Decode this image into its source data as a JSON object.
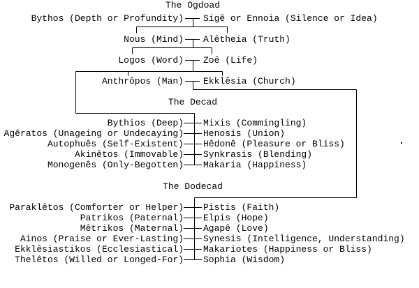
{
  "colors": {
    "background": "#ffffff",
    "text": "#000000",
    "lines": "#000000"
  },
  "diagram": {
    "sections": [
      {
        "title": "The Ogdoad",
        "couples": [
          {
            "left": "Bythos (Depth or Profundity)",
            "right": "Sigê or Ennoia (Silence or Idea)"
          },
          {
            "left": "Nous (Mind)",
            "right": "Alêtheia (Truth)"
          },
          {
            "left": "Logos (Word)",
            "right": "Zoê (Life)"
          },
          {
            "left": "Anthrôpos (Man)",
            "right": "Ekklêsia (Church)"
          }
        ]
      },
      {
        "title": "The Decad",
        "couples": [
          {
            "left": "Bythios (Deep)",
            "right": "Mixis (Commingling)"
          },
          {
            "left": "Agêratos (Unageing or Undecaying)",
            "right": "Henosis (Union)"
          },
          {
            "left": "Autophuês (Self-Existent)",
            "right": "Hêdonê (Pleasure or Bliss)"
          },
          {
            "left": "Akinêtos (Immovable)",
            "right": "Synkrasis (Blending)"
          },
          {
            "left": "Monogenês (Only-Begotten)",
            "right": "Makaria (Happiness)"
          }
        ]
      },
      {
        "title": "The Dodecad",
        "couples": [
          {
            "left": "Paraklêtos (Comforter or Helper)",
            "right": "Pistis (Faith)"
          },
          {
            "left": "Patrikos (Paternal)",
            "right": "Elpis (Hope)"
          },
          {
            "left": "Mêtrikos (Maternal)",
            "right": "Agapê (Love)"
          },
          {
            "left": "Ainos (Praise or Ever-Lasting)",
            "right": "Synesis (Intelligence, Understanding)"
          },
          {
            "left": "Ekklêsiastikos (Ecclesiastical)",
            "right": "Makariotes (Happiness or Bliss)"
          },
          {
            "left": "Thelêtos (Willed or Longed-For)",
            "right": "Sophia (Wisdom)"
          }
        ]
      }
    ]
  }
}
